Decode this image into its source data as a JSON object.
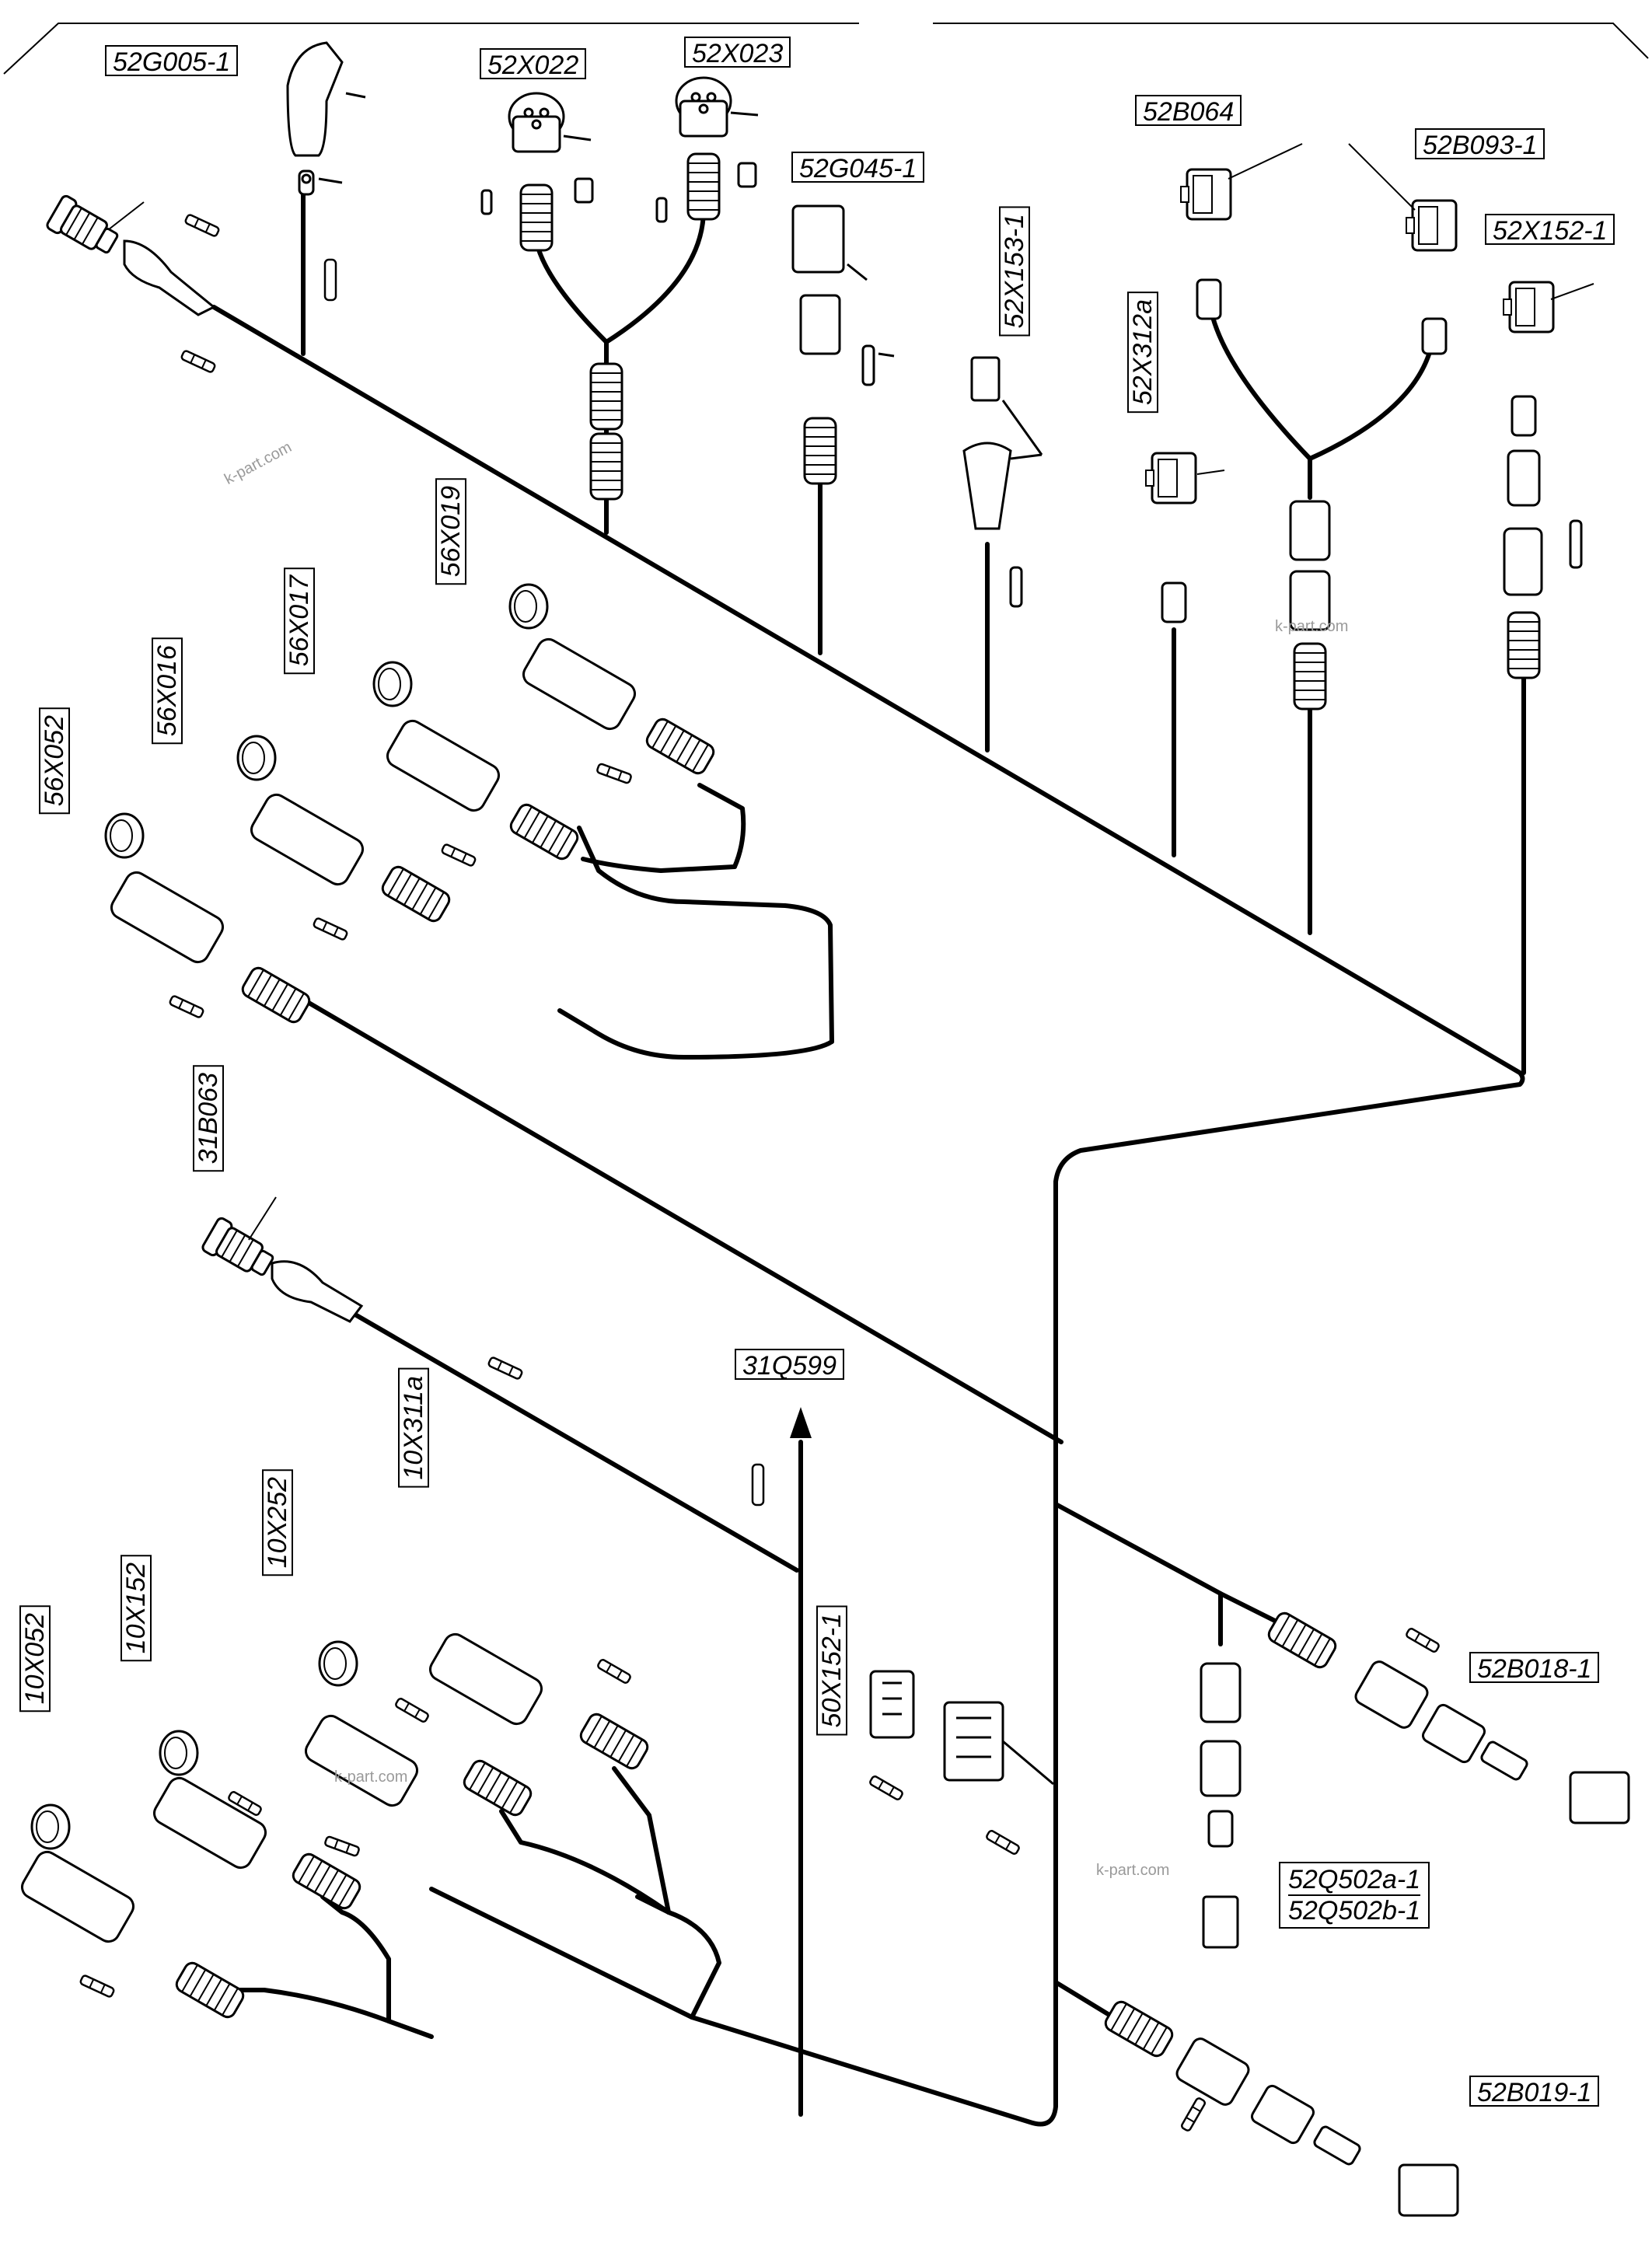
{
  "labels": {
    "g005": "52G005-1",
    "x022": "52X022",
    "x023": "52X023",
    "g045": "52G045-1",
    "b064": "52B064",
    "b093": "52B093-1",
    "x152": "52X152-1",
    "x153": "52X153-1",
    "x312a": "52X312a",
    "x56_019": "56X019",
    "x56_017": "56X017",
    "x56_016": "56X016",
    "x56_052": "56X052",
    "b31_063": "31B063",
    "q599": "31Q599",
    "x311a": "10X311a",
    "x252": "10X252",
    "x10_152": "10X152",
    "x10_052": "10X052",
    "x50_152": "50X152-1",
    "b018": "52B018-1",
    "q502a": "52Q502a-1",
    "q502b": "52Q502b-1",
    "b019": "52B019-1"
  },
  "watermark": "k-part.com"
}
